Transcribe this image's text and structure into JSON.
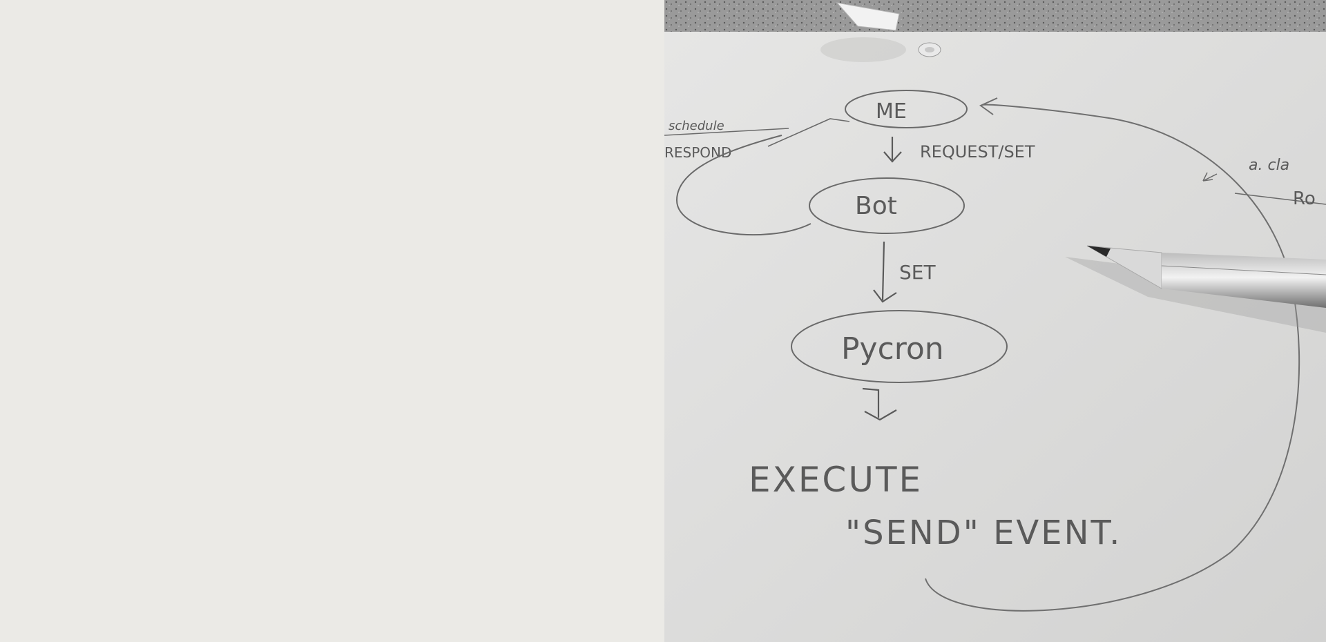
{
  "photo": {
    "description_free": true,
    "diagram": {
      "nodes": {
        "me": "ME",
        "bot": "Bot",
        "pycron": "Pycron"
      },
      "edges": {
        "schedule": "schedule",
        "respond": "RESPOND",
        "request_set": "REQUEST/SET",
        "set": "SET"
      },
      "execute_line1": "EXECUTE",
      "execute_line2": "\"SEND\" EVENT.",
      "margin_note1": "a. cla",
      "margin_note2": "Ro"
    },
    "colors": {
      "paper": "#dededd",
      "pencil_graphite": "#5a5a5a",
      "counter": "#8e8e8e",
      "left_panel": "#ebeae6"
    }
  }
}
